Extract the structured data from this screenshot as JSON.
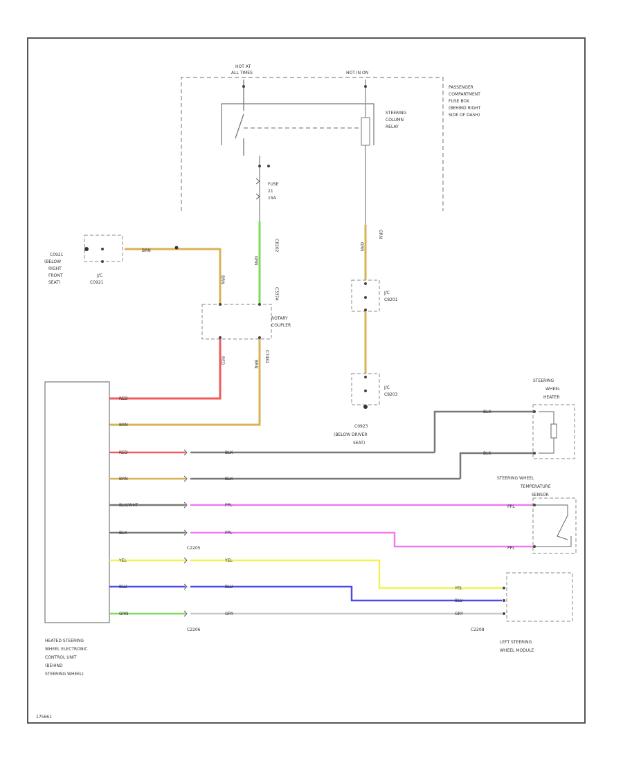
{
  "labels": {
    "hot_at_all_times": [
      "HOT AT",
      "ALL TIMES"
    ],
    "hot_in_on": "HOT IN ON",
    "fuse_box": [
      "PASSENGER",
      "COMPARTMENT",
      "FUSE BOX",
      "(BEHIND RIGHT",
      "SIDE OF DASH)"
    ],
    "relay": [
      "STEERING",
      "COLUMN",
      "RELAY"
    ],
    "fuse": [
      "FUSE",
      "21",
      "15A"
    ],
    "ground_right": [
      "C0921",
      "(BELOW",
      "RIGHT",
      "FRONT",
      "SEAT)"
    ],
    "jc_c0921": [
      "J/C",
      "C0921"
    ],
    "rotary_coupler": [
      "ROTARY",
      "COUPLER"
    ],
    "jc_c8201": [
      "J/C",
      "C8201"
    ],
    "jc_c8203": [
      "J/C",
      "C8203"
    ],
    "ground_driver": [
      "C0923",
      "(BELOW DRIVER",
      "SEAT)"
    ],
    "heater": [
      "STEERING",
      "WHEEL",
      "HEATER"
    ],
    "temp_sensor": [
      "STEERING WHEEL",
      "TEMPERATURE",
      "SENSOR"
    ],
    "ecu": [
      "HEATED STEERING",
      "WHEEL ELECTRONIC",
      "CONTROL UNIT",
      "(BEHIND",
      "STEERING WHEEL)"
    ],
    "left_module": [
      "LEFT STEERING",
      "WHEEL MODULE"
    ],
    "conn_c2205": "C2205",
    "conn_c2206": "C2206",
    "conn_c2208": "C2208",
    "diagram_id": "175661"
  },
  "wires": {
    "brn": "BRN",
    "red": "RED",
    "grn": "GRN",
    "yel": "YEL",
    "blu": "BLU",
    "blk": "BLK",
    "ppl": "PPL",
    "gry": "GRY",
    "blk_wht": "BLK/WHT",
    "grn_vert": "GRN",
    "grn_vert2": "GRN",
    "brn_vert": "BRN",
    "grn_vert3": "GRN",
    "red_vert": "RED",
    "brn_vert2": "BRN",
    "c8202": "C8202",
    "c3374": "C3374",
    "c7482": "C7482"
  },
  "colors": {
    "brown": "#d9b256",
    "red": "#f05a5a",
    "green": "#7edc5a",
    "yellow": "#f2f250",
    "blue": "#4a4af0",
    "purple": "#f07af0",
    "black": "#777777",
    "gray": "#c8c8c8",
    "frame": "#555555"
  }
}
